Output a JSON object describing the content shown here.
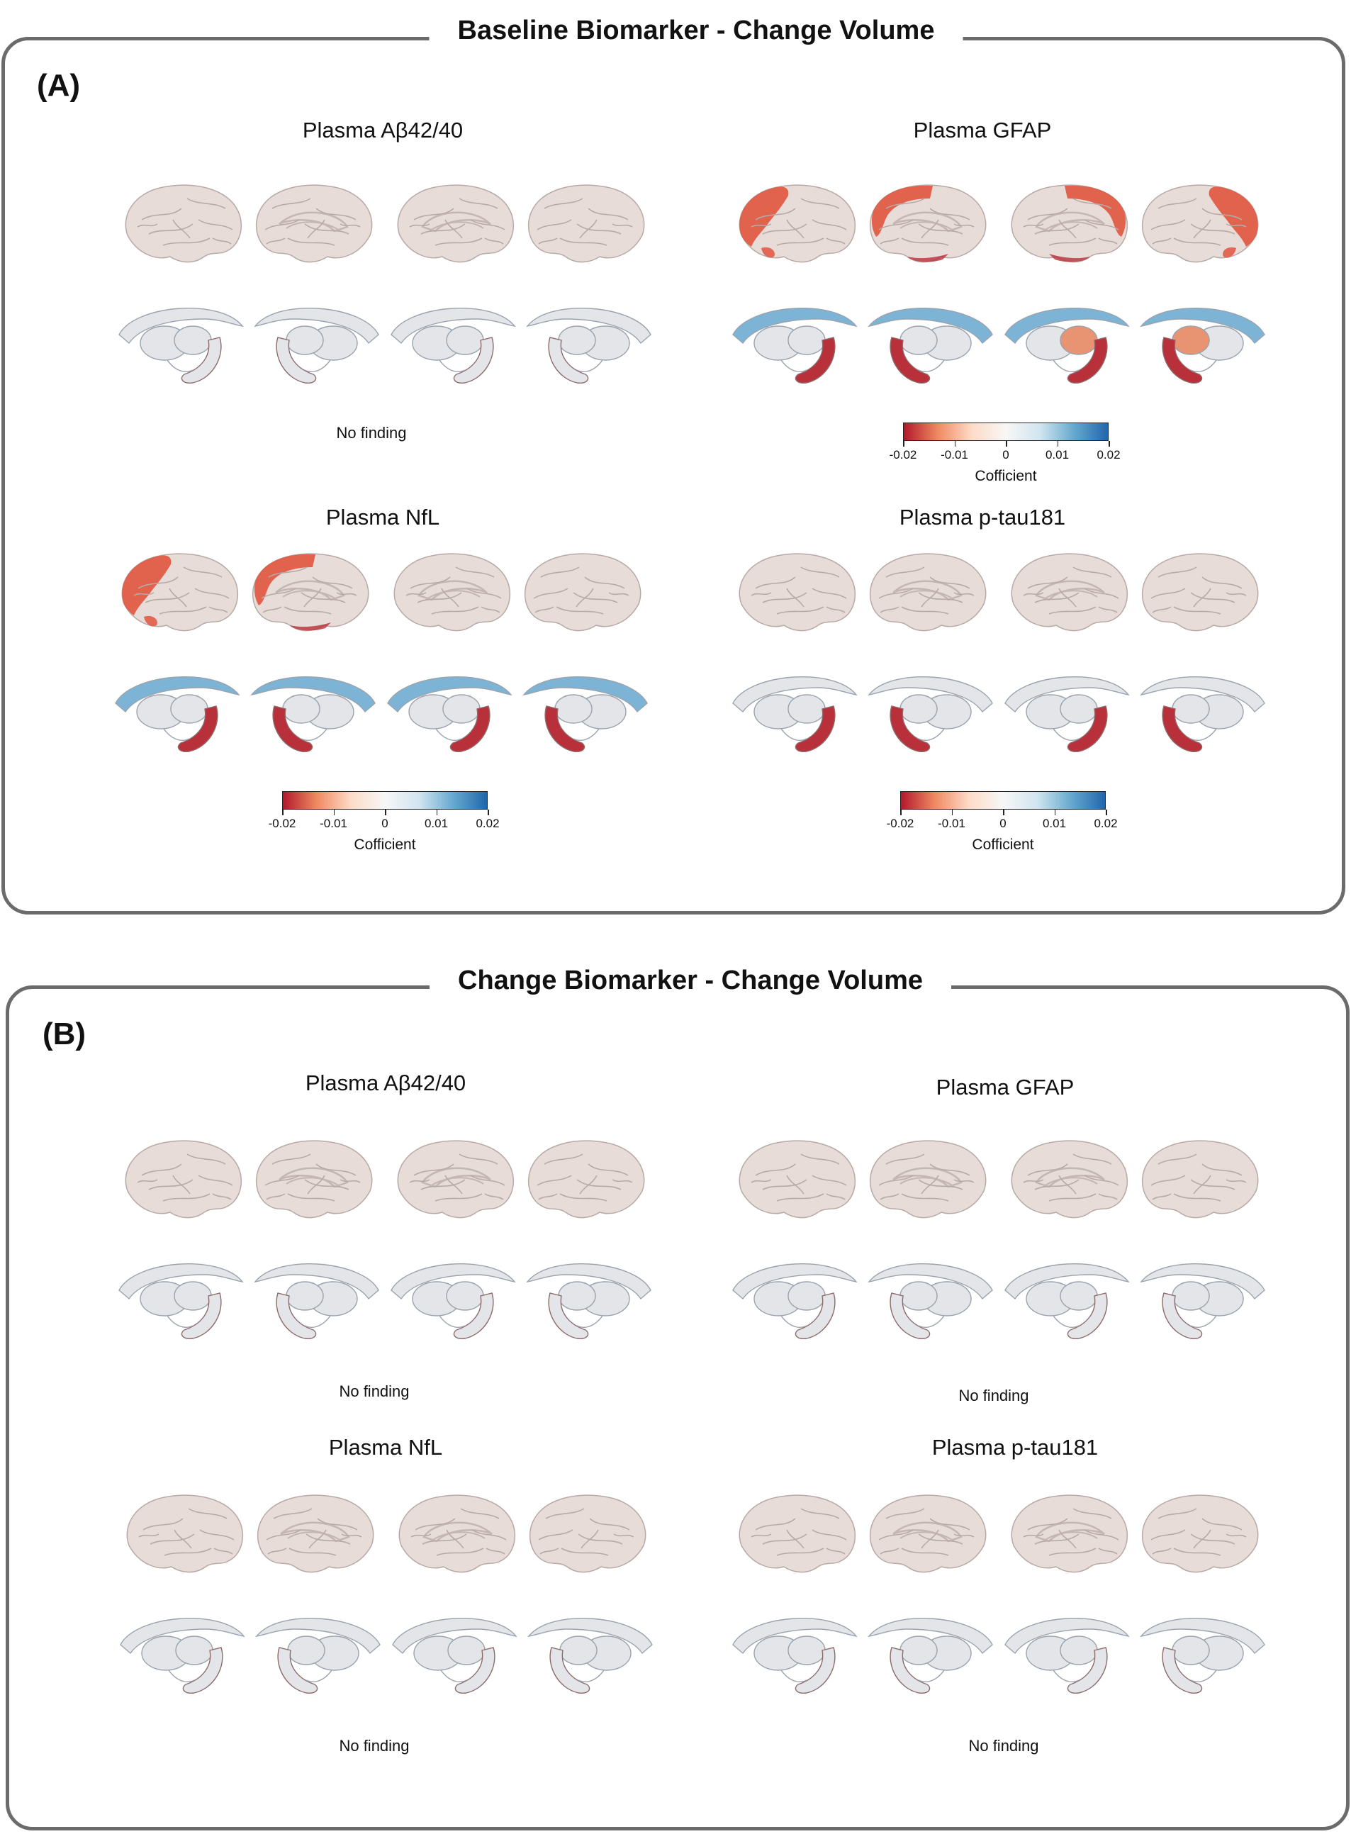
{
  "colors": {
    "frame": "#6b6b6b",
    "cortex_neutral": "#e8dcd8",
    "subcortex_neutral": "#e3e5e8",
    "effect_red": "#e0553e",
    "effect_dark_red": "#b8303a",
    "effect_blue": "#7db4d6",
    "effect_orange": "#e89372"
  },
  "colorbar": {
    "ticks": [
      "-0.02",
      "-0.01",
      "0",
      "0.01",
      "0.02"
    ],
    "title": "Cofficient",
    "range": [
      -0.02,
      0.02
    ],
    "gradient": [
      "#b2182b",
      "#ef8a62",
      "#fddbc7",
      "#f7f7f7",
      "#d1e5f0",
      "#67a9cf",
      "#2166ac"
    ]
  },
  "sections": [
    {
      "title": "Baseline Biomarker - Change Volume",
      "letter": "(A)",
      "panels": [
        {
          "title": "Plasma Aβ42/40",
          "finding": "No finding",
          "cortex": [
            "none",
            "none",
            "none",
            "none"
          ],
          "subcortex": [
            "none",
            "none",
            "none",
            "none"
          ]
        },
        {
          "title": "Plasma GFAP",
          "finding": "",
          "cortex": [
            "frontal-lateral",
            "frontal-medial",
            "frontal-medial-r",
            "frontal-lateral-r"
          ],
          "subcortex": [
            "caudate-blue",
            "caudate-blue",
            "caudate-blue-thal",
            "caudate-blue-thal"
          ]
        },
        {
          "title": "Plasma NfL",
          "finding": "",
          "cortex": [
            "frontal-lateral",
            "frontal-medial",
            "none",
            "none"
          ],
          "subcortex": [
            "caudate-blue",
            "caudate-blue",
            "caudate-blue",
            "caudate-blue"
          ]
        },
        {
          "title": "Plasma p-tau181",
          "finding": "",
          "cortex": [
            "none",
            "none",
            "none",
            "none"
          ],
          "subcortex": [
            "hippo",
            "hippo",
            "hippo",
            "hippo"
          ]
        }
      ]
    },
    {
      "title": "Change Biomarker - Change Volume",
      "letter": "(B)",
      "panels": [
        {
          "title": "Plasma Aβ42/40",
          "finding": "No finding",
          "cortex": [
            "none",
            "none",
            "none",
            "none"
          ],
          "subcortex": [
            "none",
            "none",
            "none",
            "none"
          ]
        },
        {
          "title": "Plasma GFAP",
          "finding": "No finding",
          "cortex": [
            "none",
            "none",
            "none",
            "none"
          ],
          "subcortex": [
            "none",
            "none",
            "none",
            "none"
          ]
        },
        {
          "title": "Plasma NfL",
          "finding": "No finding",
          "cortex": [
            "none",
            "none",
            "none",
            "none"
          ],
          "subcortex": [
            "none",
            "none",
            "none",
            "none"
          ]
        },
        {
          "title": "Plasma p-tau181",
          "finding": "No finding",
          "cortex": [
            "none",
            "none",
            "none",
            "none"
          ],
          "subcortex": [
            "none",
            "none",
            "none",
            "none"
          ]
        }
      ]
    }
  ]
}
